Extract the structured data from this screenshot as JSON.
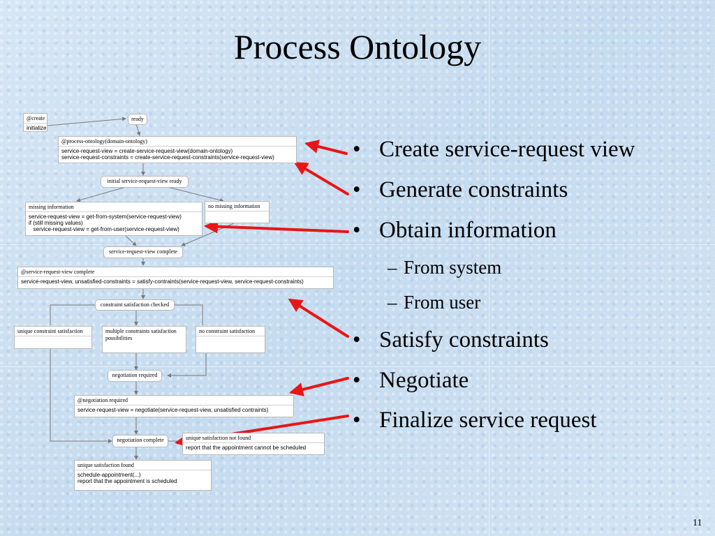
{
  "slide": {
    "title": "Process Ontology",
    "page_number": "11"
  },
  "bullets": [
    "Create service-request view",
    "Generate constraints",
    "Obtain information",
    "Satisfy constraints",
    "Negotiate",
    "Finalize service request"
  ],
  "sub_bullets": [
    "From system",
    "From user"
  ],
  "bullet_marker": "•",
  "sub_marker": "–",
  "diagram": {
    "create_box": {
      "header": "@create",
      "body": "initialize"
    },
    "ready_state": "ready",
    "process_box": {
      "header": "@process-ontology(domain-ontology)",
      "body": "service-request-view = create-service-request-view(domain-ontology)\nservice-request-constraints = create-service-request-constraints(service-request-view)"
    },
    "initial_view_ready_state": "initial service-request-view ready",
    "missing_info_box": {
      "header": "missing information",
      "body": "service-request-view = get-from-system(service-request-view)\nif (still missing values)\n   service-request-view = get-from-user(service-request-view)"
    },
    "no_missing_info_box": {
      "header": "no missing information",
      "body": ""
    },
    "view_complete_state": "service-request-view complete",
    "satisfy_box": {
      "header": "@service-request-view complete",
      "body": "service-request-view, unsatisfied-constraints = satisfy-contraints(service-request-view, service-request-constraints)"
    },
    "constraint_checked_state": "constraint satisfaction checked",
    "unique_constraint_box": {
      "header": "unique constraint satisfaction",
      "body": ""
    },
    "multiple_constraints_box": {
      "header": "multiple constraints satisfaction\npossibilities",
      "body": ""
    },
    "no_constraint_box": {
      "header": "no constraint satisfaction",
      "body": ""
    },
    "negotiation_required_state": "negotiation required",
    "negotiate_box": {
      "header": "@negotiation required",
      "body": "service-request-view = negotiate(service-request-view, unsatisfied contraints)"
    },
    "negotiation_complete_state": "negotiation complete",
    "not_found_box": {
      "header": "unique satisfaction not found",
      "body": "report that the appointment cannot be scheduled"
    },
    "found_box": {
      "header": "unique satisfaction found",
      "body": "schedule-appointment(...)\nreport that the appointment is scheduled"
    }
  },
  "colors": {
    "arrow": "#e81616",
    "connector": "#7a7a7a",
    "background": "#cfe1f2"
  }
}
